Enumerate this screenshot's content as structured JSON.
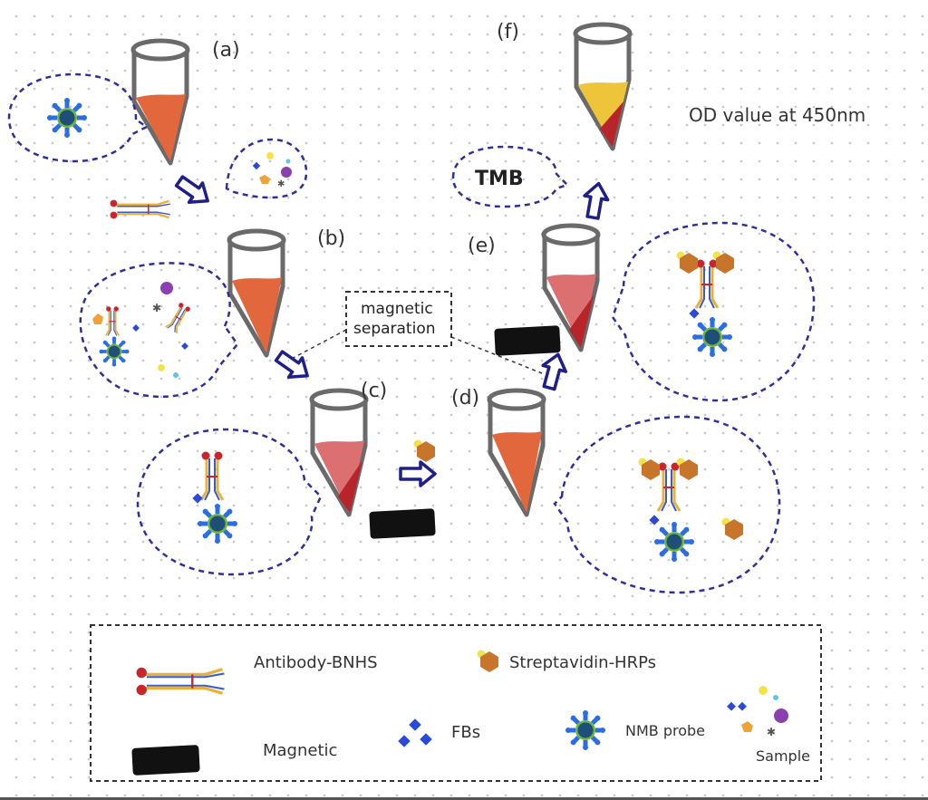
{
  "steps": {
    "a": "(a)",
    "b": "(b)",
    "c": "(c)",
    "d": "(d)",
    "e": "(e)",
    "f": "(f)"
  },
  "labels": {
    "tmb": "TMB",
    "od_value": "OD value at 450nm",
    "magnetic_separation_line1": "magnetic",
    "magnetic_separation_line2": "separation"
  },
  "legend": {
    "antibody": "Antibody-BNHS",
    "streptavidin": "Streptavidin-HRPs",
    "magnetic": "Magnetic",
    "fbs": "FBs",
    "nmb_probe": "NMB probe",
    "sample": "Sample"
  },
  "colors": {
    "tube_orange": "#e2673c",
    "tube_pink": "#dc6f70",
    "tube_dark_red": "#b7242a",
    "tube_yellow": "#eec43b",
    "arrow_navy": "#1f1f8a",
    "bubble_dash": "#2f2f9a",
    "magnet_black": "#111111",
    "probe_blue": "#2b6ee0",
    "probe_core": "#1f5a7a",
    "probe_ring": "#6cb33b",
    "hrp_orange": "#c8752c",
    "bead_yellow": "#f3e34a",
    "antibody_red": "#c8262a",
    "antibody_yellow": "#e8b23a",
    "antibody_blue": "#3a5dc8"
  },
  "icons": [
    "tube-icon",
    "magnet-icon",
    "arrow-icon",
    "nmb-probe-icon",
    "antibody-icon",
    "streptavidin-hrp-icon",
    "fbs-icon",
    "sample-icon"
  ]
}
